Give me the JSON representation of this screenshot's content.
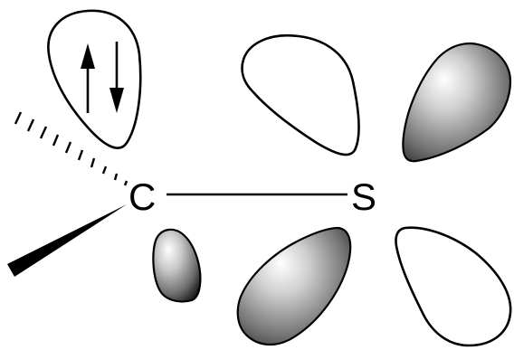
{
  "atoms": {
    "carbon": "C",
    "sulfur": "S"
  },
  "colors": {
    "line": "#000000",
    "background": "#ffffff",
    "lobe_shade_light": "#ffffff",
    "lobe_shade_mid": "#b8b8b8",
    "lobe_shade_dark": "#1a1a1a"
  },
  "icons": {
    "electron_up": "up-arrow",
    "electron_down": "down-arrow"
  }
}
